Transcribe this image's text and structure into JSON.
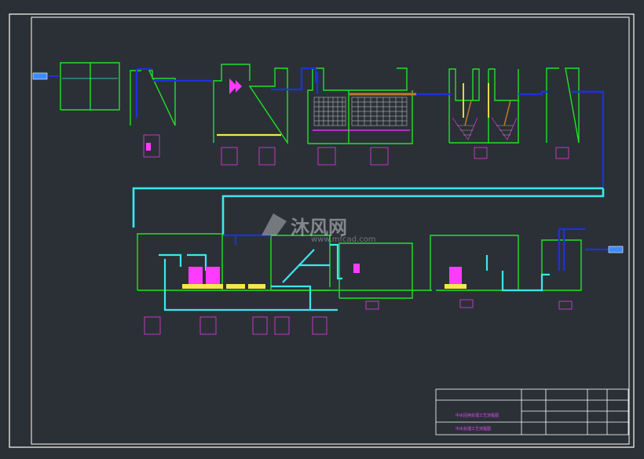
{
  "watermark": {
    "brand_cn": "沐风网",
    "url": "www.mfcad.com"
  },
  "title_block": {
    "drawing_name": "中水回用处理工艺流程图",
    "drawing_subtitle": "中水处理工艺流程图"
  },
  "colors": {
    "background": "#2b3036",
    "frame": "#ffffff",
    "tank_outline": "#22e02a",
    "main_pipe": "#3be8f0",
    "blue_pipe": "#1f2fe0",
    "labels": "#ff3bff",
    "yellow": "#f5e84a",
    "sludge": "#c07a2a"
  }
}
